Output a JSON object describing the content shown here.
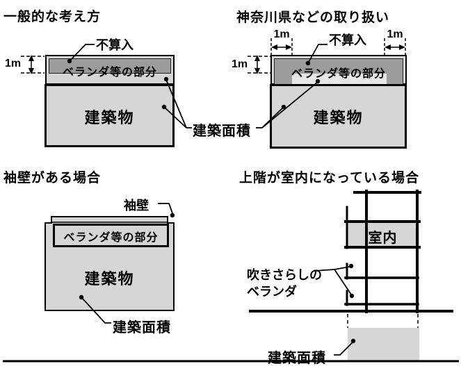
{
  "colors": {
    "fill_light": "#d6d6d6",
    "fill_dark": "#9c9c9c",
    "fill_counted": "#e6e6e6",
    "ink": "#000000"
  },
  "panel_general": {
    "title": "一般的な考え方",
    "dim_height": "1m",
    "label_not_counted": "不算入",
    "label_veranda": "ベランダ等の部分",
    "label_building": "建築物"
  },
  "panel_kanagawa": {
    "title": "神奈川県などの取り扱い",
    "dim_left": "1m",
    "dim_right": "1m",
    "dim_height": "1m",
    "label_not_counted": "不算入",
    "label_veranda": "ベランダ等の部分",
    "label_building": "建築物"
  },
  "shared": {
    "label_building_area": "建築面積"
  },
  "panel_wing_wall": {
    "title": "袖壁がある場合",
    "label_wing_wall": "袖壁",
    "label_veranda": "ベランダ等の部分",
    "label_building": "建築物",
    "label_building_area": "建築面積"
  },
  "panel_upper_indoor": {
    "title": "上階が室内になっている場合",
    "label_indoor": "室内",
    "label_open_veranda_1": "吹きさらしの",
    "label_open_veranda_2": "ベランダ",
    "label_building_area": "建築面積"
  }
}
